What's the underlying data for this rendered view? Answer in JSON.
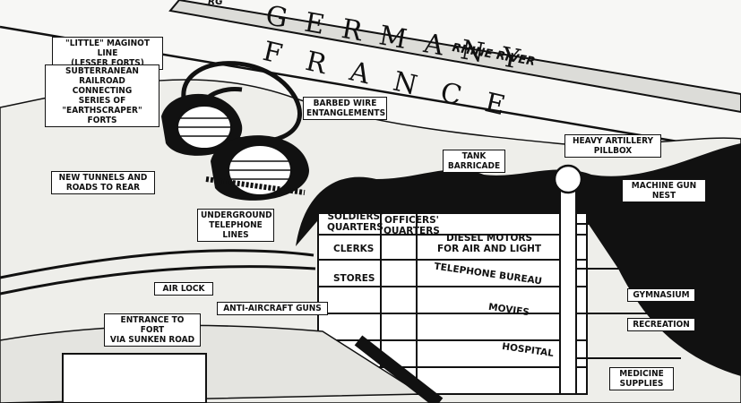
{
  "country_top": "GERMANY",
  "country_bottom": "FRANCE",
  "river": "RHINE RIVER",
  "corner_text": "RG",
  "labels": {
    "little_maginot": "\"LITTLE\" MAGINOT LINE\n(LESSER FORTS)",
    "subterranean": "SUBTERRANEAN\nRAILROAD CONNECTING\nSERIES OF\n\"EARTHSCRAPER\"\nFORTS",
    "barbed_wire": "BARBED WIRE\nENTANGLEMENTS",
    "tank_barricade": "TANK\nBARRICADE",
    "heavy_artillery": "HEAVY ARTILLERY\nPILLBOX",
    "machine_gun": "MACHINE GUN\nNEST",
    "new_tunnels": "NEW TUNNELS AND\nROADS TO REAR",
    "underground_tel": "UNDERGROUND\nTELEPHONE\nLINES",
    "soldiers": "SOLDIERS'\nQUARTERS",
    "officers": "OFFICERS'\nQUARTERS",
    "diesel": "DIESEL MOTORS\nFOR AIR AND LIGHT",
    "clerks": "CLERKS",
    "stores": "STORES",
    "telephone_bureau": "TELEPHONE BUREAU",
    "movies": "MOVIES",
    "hospital": "HOSPITAL",
    "gymnasium": "GYMNASIUM",
    "recreation": "RECREATION",
    "medicine": "MEDICINE\nSUPPLIES",
    "air_lock": "AIR LOCK",
    "anti_aircraft": "ANTI-AIRCRAFT GUNS",
    "entrance": "ENTRANCE TO FORT\nVIA SUNKEN ROAD"
  }
}
